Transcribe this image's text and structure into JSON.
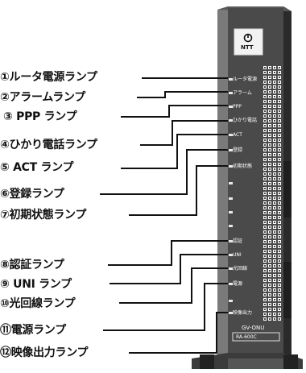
{
  "device": {
    "logo_text": "NTT",
    "model_name": "GV-ONU",
    "model_number": "RA-600C"
  },
  "labels": [
    {
      "caption": "①ルータ電源ランプ",
      "panel": "ルータ電源"
    },
    {
      "caption": "②アラームランプ",
      "panel": "アラーム"
    },
    {
      "caption": "③ PPP ランプ",
      "panel": "PPP"
    },
    {
      "caption": "④ひかり電話ランプ",
      "panel": "ひかり電話"
    },
    {
      "caption": "⑤ ACT ランプ",
      "panel": "ACT"
    },
    {
      "caption": "⑥登録ランプ",
      "panel": "登録"
    },
    {
      "caption": "⑦初期状態ランプ",
      "panel": "初期状態"
    },
    {
      "caption": "⑧認証ランプ",
      "panel": "認証"
    },
    {
      "caption": "⑨ UNI ランプ",
      "panel": "UNI"
    },
    {
      "caption": "⑩光回線ランプ",
      "panel": "光回線"
    },
    {
      "caption": "⑪電源ランプ",
      "panel": "電源"
    },
    {
      "caption": "⑫映像出力ランプ",
      "panel": "映像出力"
    }
  ]
}
